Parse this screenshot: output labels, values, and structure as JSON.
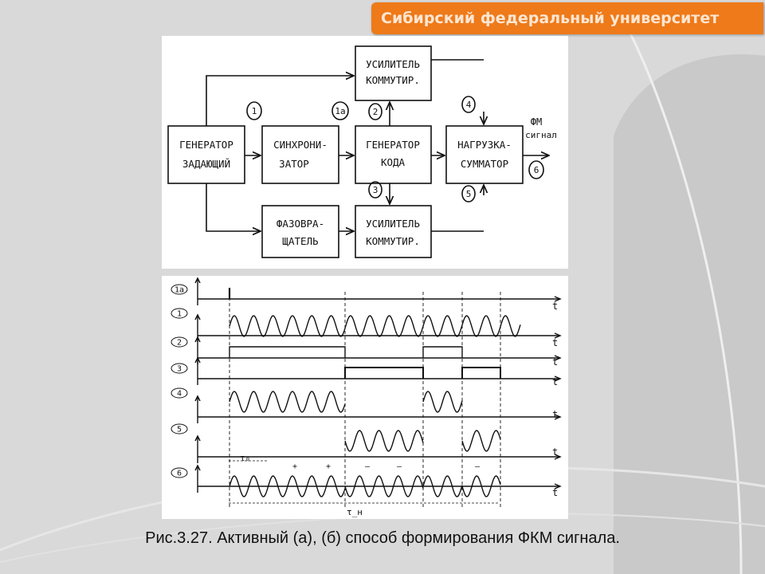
{
  "header": {
    "title": "Сибирский федеральный университет"
  },
  "colors": {
    "accent": "#ee7a1a",
    "background": "#d9d9d9",
    "ink": "#111111"
  },
  "block_diagram": {
    "blocks": [
      {
        "id": "gen_master",
        "line1": "ГЕНЕРАТОР",
        "line2": "ЗАДАЮЩИЙ"
      },
      {
        "id": "sync",
        "line1": "СИНХРОНИ-",
        "line2": "ЗАТОР"
      },
      {
        "id": "gen_code",
        "line1": "ГЕНЕРАТОР",
        "line2": "КОДА"
      },
      {
        "id": "load",
        "line1": "НАГРУЗКА-",
        "line2": "СУММАТОР"
      },
      {
        "id": "amp_top",
        "line1": "УСИЛИТЕЛЬ",
        "line2": "КОММУТИР."
      },
      {
        "id": "phase",
        "line1": "ФАЗОВРА-",
        "line2": "ЩАТЕЛЬ"
      },
      {
        "id": "amp_bottom",
        "line1": "УСИЛИТЕЛЬ",
        "line2": "КОММУТИР."
      }
    ],
    "markers": [
      "1",
      "1а",
      "2",
      "3",
      "4",
      "5",
      "6"
    ],
    "output": {
      "line1": "ФМ",
      "line2": "сигнал"
    }
  },
  "timing_diagram": {
    "rows": [
      "1а",
      "1",
      "2",
      "3",
      "4",
      "5",
      "6"
    ],
    "axis_label": "t",
    "tau0": "τ₀",
    "tauN": "τ_н",
    "signs": [
      "+",
      "+",
      "–",
      "–",
      "–"
    ]
  },
  "caption": "Рис.3.27. Активный (а), (б) способ формирования ФКМ сигнала."
}
